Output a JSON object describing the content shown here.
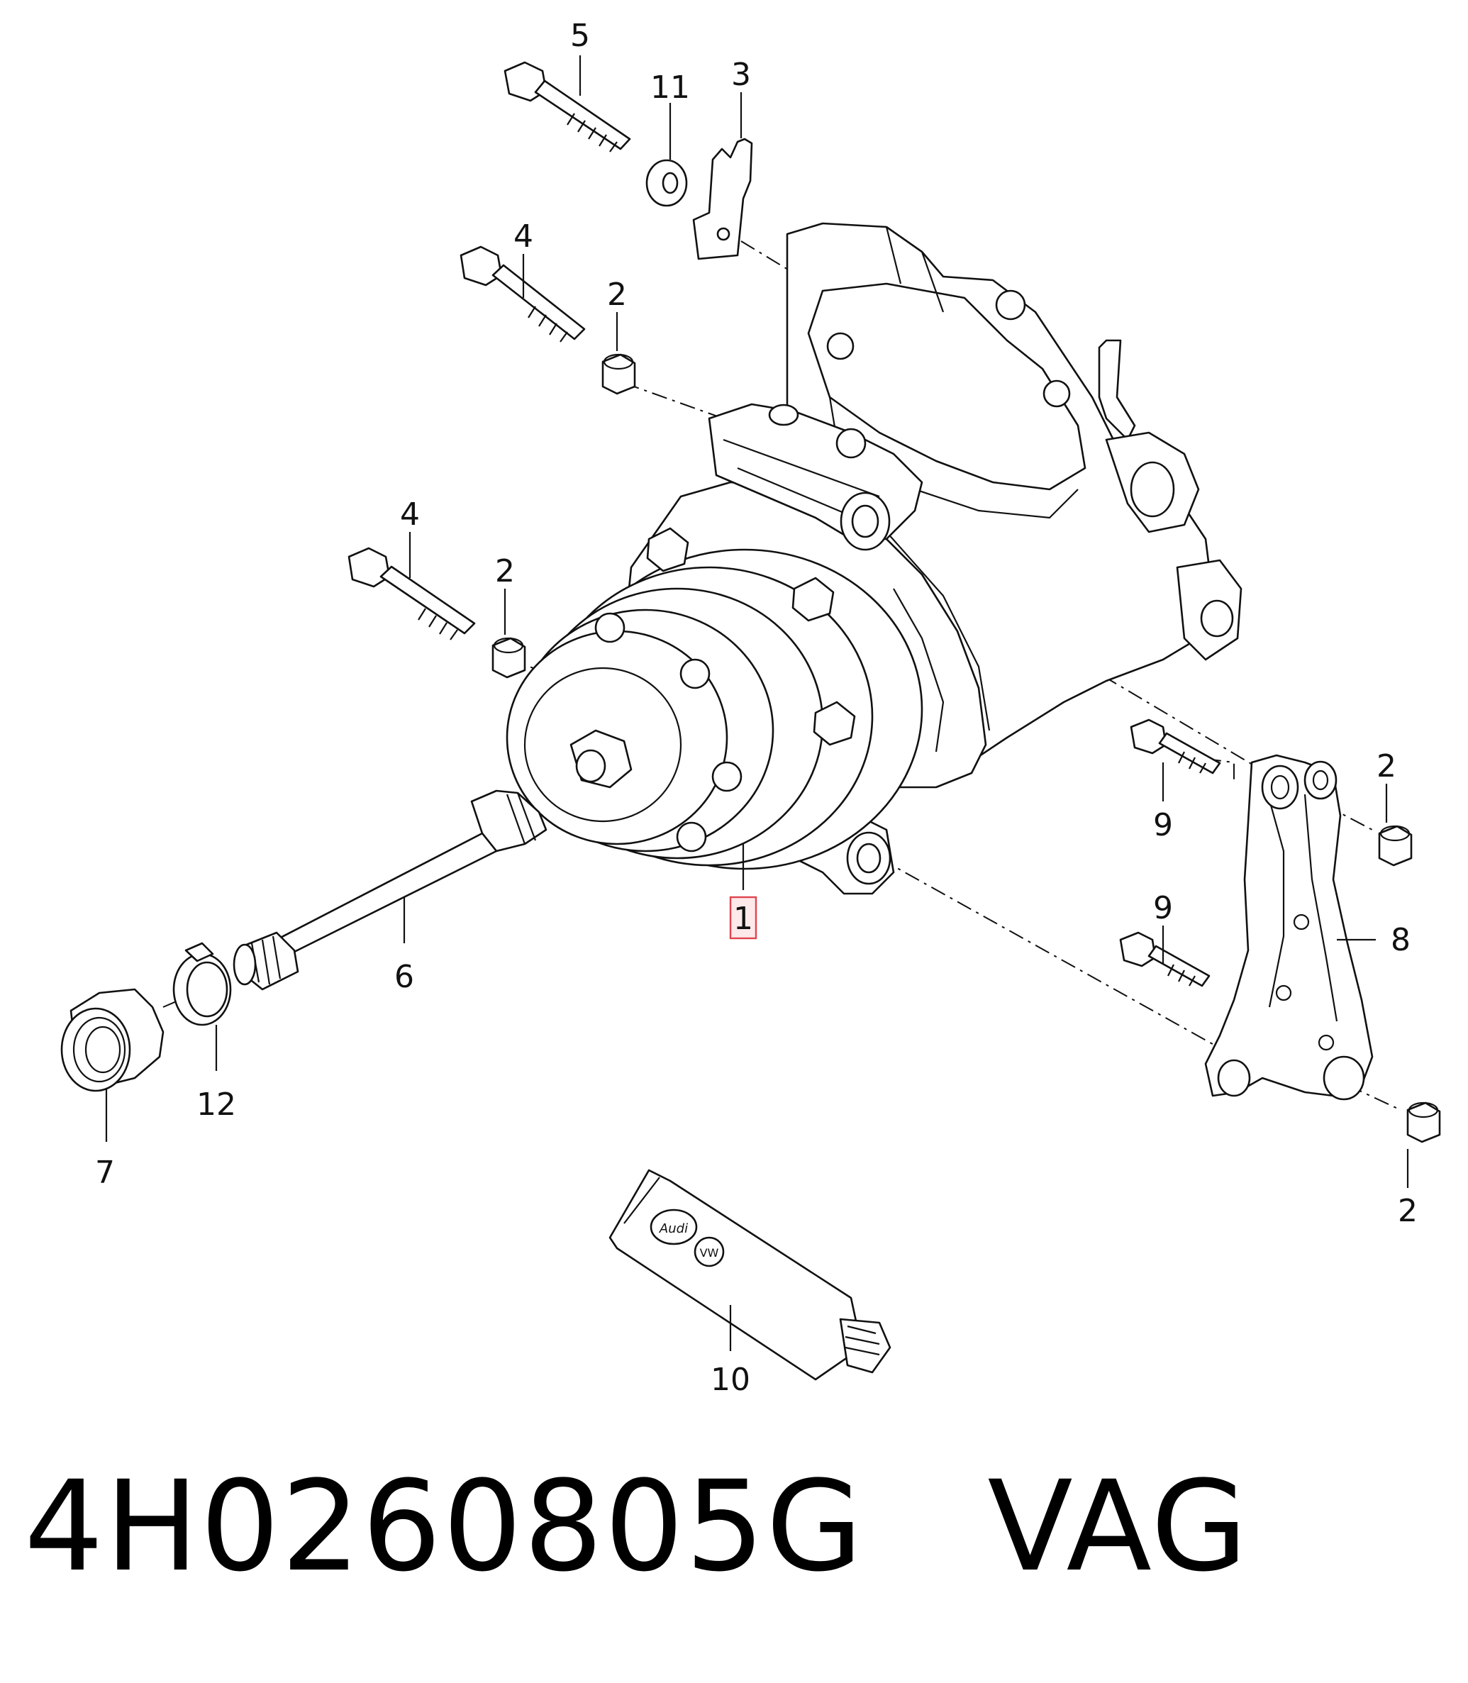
{
  "callouts": {
    "compressor": "1",
    "spacer_top": "2",
    "spacer_mid": "2",
    "spacer_right_top": "2",
    "spacer_right_bottom": "2",
    "bracket_plate": "3",
    "bolt_upper": "4",
    "bolt_lower": "4",
    "bolt_top": "5",
    "drive_shaft": "6",
    "boot": "7",
    "mount_bracket": "8",
    "bolt_right_upper": "9",
    "bolt_right_lower": "9",
    "grease_tube": "10",
    "washer": "11",
    "hose_clamp": "12"
  },
  "tube_logos": {
    "audi": "Audi",
    "vw": "VW"
  },
  "caption": {
    "part_number": "4H0260805G",
    "brand": "VAG"
  },
  "colors": {
    "highlight_border": "#e0444f",
    "highlight_fill": "#fde9ea",
    "line": "#111111"
  }
}
